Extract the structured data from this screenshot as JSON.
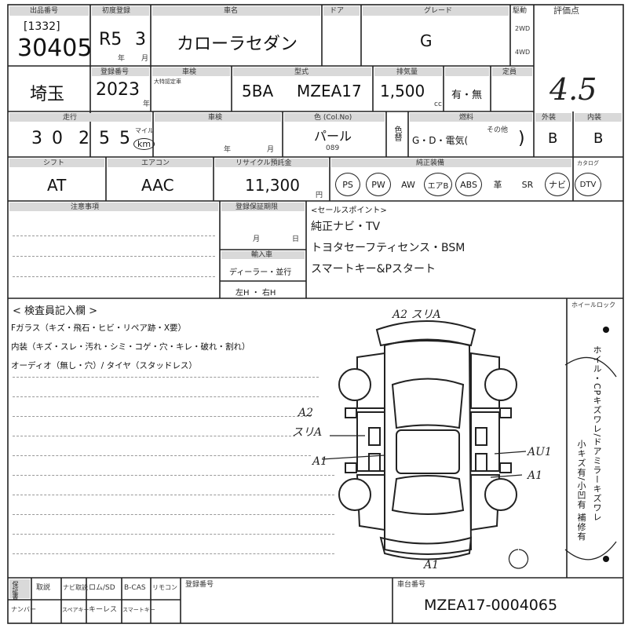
{
  "header_labels": {
    "lot": "出品番号",
    "first_reg": "初度登録",
    "car_name": "車名",
    "door": "ドア",
    "grade": "グレード",
    "type_drive": "駆動",
    "score": "評価点",
    "region": "登録番号",
    "inspection": "車検",
    "model": "型式",
    "displacement": "排気量",
    "passengers": "定員",
    "mileage": "走行",
    "vehicle_check": "車検",
    "color": "色 (Col.No)",
    "fuel": "燃料",
    "exterior": "外装",
    "interior": "内装",
    "shift": "シフト",
    "aircon": "エアコン",
    "recycle": "リサイクル預託金",
    "equipment": "純正装備",
    "caution": "注意事項",
    "tour_label": "カタログ"
  },
  "lot": {
    "code": "[1332]",
    "number": "30405"
  },
  "first_reg": {
    "era": "R5",
    "month": "3",
    "year_unit": "年",
    "month_unit": "月"
  },
  "car": {
    "name": "カローラセダン",
    "grade": "G",
    "drive_2wd": "2WD",
    "drive_4wd": "4WD"
  },
  "score_value": "4.5",
  "region": "埼玉",
  "model_year": "2023",
  "model_year_unit": "年",
  "inspection_note": "大特認定車",
  "model": {
    "prefix": "5BA",
    "code": "MZEA17"
  },
  "displacement": {
    "value": "1,500",
    "unit": "cc"
  },
  "ownership": "有・無",
  "mileage": {
    "digits": [
      "3",
      "0",
      "2",
      "5",
      "5"
    ],
    "unit_top": "マイル",
    "unit_bottom": "km"
  },
  "vehicle_check_units": {
    "year": "年",
    "month": "月"
  },
  "color": {
    "name": "パール",
    "code": "089",
    "change_label": "色替"
  },
  "fuel": {
    "options": "G・D・電気(",
    "close": ")",
    "other": "その他"
  },
  "ratings": {
    "exterior": "B",
    "interior": "B"
  },
  "shift": "AT",
  "aircon": "AAC",
  "recycle": {
    "value": "11,300",
    "unit": "円"
  },
  "equipment": [
    {
      "label": "PS",
      "circled": true
    },
    {
      "label": "PW",
      "circled": true
    },
    {
      "label": "AW",
      "circled": false
    },
    {
      "label": "エアB",
      "circled": true
    },
    {
      "label": "ABS",
      "circled": true
    },
    {
      "label": "革",
      "circled": false
    },
    {
      "label": "SR",
      "circled": false
    },
    {
      "label": "ナビ",
      "circled": true
    },
    {
      "label": "DTV",
      "circled": true
    }
  ],
  "registration_box": {
    "title": "登録保証期限",
    "month_unit": "月",
    "day_unit": "日",
    "import_label": "輸入車",
    "import_value": "ディーラー・並行",
    "handle": "左H ・ 右H"
  },
  "sales_points": {
    "title": "<セールスポイント>",
    "lines": [
      "純正ナビ・TV",
      "トヨタセーフティセンス・BSM",
      "スマートキー&Pスタート"
    ]
  },
  "inspector": {
    "title": "< 検査員記入欄 >",
    "lines": [
      "Fガラス（キズ・飛石・ヒビ・リペア跡・X要）",
      "内装（キズ・スレ・汚れ・シミ・コゲ・穴・キレ・破れ・割れ）",
      "オーディオ（無し・穴）/ タイヤ（スタッドレス）"
    ]
  },
  "damage_marks": {
    "top": "A2 スリA",
    "left_upper": "A2",
    "left_mid": "スリA",
    "left_low": "A1",
    "right_upper": "AU1",
    "right_low": "A1",
    "bottom": "A1"
  },
  "wheel_lock_label": "ホイールロック",
  "legend_vertical": [
    "ホイル・CPキズワレ/ドアミラーキズワレ",
    "小キズ有/小凹有 補修有"
  ],
  "footer": {
    "row1": [
      "取説",
      "ナビ取説",
      "ロム/SD",
      "B-CAS",
      "リモコン"
    ],
    "row2": [
      "ナンバー",
      "スペアキー",
      "キーレス",
      "スマートキー"
    ],
    "left_label": "保証書",
    "inspection_number_label": "登録番号",
    "chassis_label": "車台番号",
    "chassis_number": "MZEA17-0004065"
  }
}
